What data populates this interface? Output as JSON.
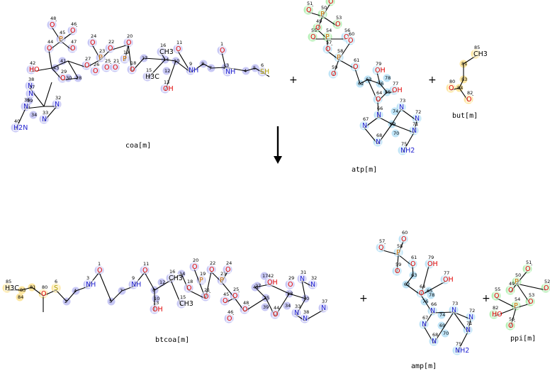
{
  "colors": {
    "coa": "#c8c8f5",
    "but": "#fde6a0",
    "atp_phosphate": "#b6f0b6",
    "atp_adenosine": "#bfe4f7",
    "C": "#000000",
    "N": "#2020d0",
    "O": "#e00000",
    "P": "#d07000",
    "S": "#b0a000"
  },
  "reactants": [
    {
      "id": "coa",
      "label": "coa[m]"
    },
    {
      "id": "atp",
      "label": "atp[m]"
    },
    {
      "id": "but",
      "label": "but[m]"
    }
  ],
  "products": [
    {
      "id": "btcoa",
      "label": "btcoa[m]"
    },
    {
      "id": "amp",
      "label": "amp[m]"
    },
    {
      "id": "ppi",
      "label": "ppi[m]"
    }
  ],
  "operators": {
    "plus": "+",
    "arrow": "reaction-arrow"
  },
  "atoms": {
    "coa": [
      {
        "t": "O",
        "n": "48",
        "c": "-"
      },
      {
        "t": "P",
        "n": "45"
      },
      {
        "t": "O",
        "n": "46",
        "c": "-"
      },
      {
        "t": "O",
        "n": "44"
      },
      {
        "t": "O",
        "n": "47"
      },
      {
        "t": "HO",
        "n": "42"
      },
      {
        "t": "O",
        "n": "29"
      },
      {
        "t": "O",
        "n": "27"
      },
      {
        "t": "O",
        "n": "24"
      },
      {
        "t": "P",
        "n": "23"
      },
      {
        "t": "O",
        "n": "22"
      },
      {
        "t": "O",
        "n": "20"
      },
      {
        "t": "P",
        "n": "19"
      },
      {
        "t": "O",
        "n": "26"
      },
      {
        "t": "O",
        "n": "25",
        "c": "-"
      },
      {
        "t": "O",
        "n": "21",
        "c": "-"
      },
      {
        "t": "O",
        "n": "18"
      },
      {
        "t": "CH3",
        "n": "16"
      },
      {
        "t": "H3C",
        "n": "15"
      },
      {
        "t": "OH",
        "n": "13"
      },
      {
        "t": "O",
        "n": "11"
      },
      {
        "t": "NH",
        "n": "9"
      },
      {
        "t": "O",
        "n": "1"
      },
      {
        "t": "NH",
        "n": "3"
      },
      {
        "t": "SH",
        "n": "6"
      },
      {
        "t": "N",
        "n": "38"
      },
      {
        "t": "N",
        "n": "37"
      },
      {
        "t": "N",
        "n": "36"
      },
      {
        "t": "N",
        "n": "32"
      },
      {
        "t": "N",
        "n": "33"
      },
      {
        "t": "H2N",
        "n": "40"
      }
    ],
    "atp": [
      {
        "t": "O",
        "n": "52",
        "c": "-"
      },
      {
        "t": "O",
        "n": "51",
        "c": "-"
      },
      {
        "t": "P",
        "n": "50"
      },
      {
        "t": "O",
        "n": "53"
      },
      {
        "t": "O",
        "n": "49"
      },
      {
        "t": "O",
        "n": "55"
      },
      {
        "t": "P",
        "n": "54"
      },
      {
        "t": "O",
        "n": "56"
      },
      {
        "t": "O",
        "n": "57",
        "c": "-"
      },
      {
        "t": "P",
        "n": "58"
      },
      {
        "t": "O",
        "n": "61"
      },
      {
        "t": "O",
        "n": "60"
      },
      {
        "t": "O",
        "n": "59"
      },
      {
        "t": "OH",
        "n": "79"
      },
      {
        "t": "OH",
        "n": "77"
      },
      {
        "t": "O",
        "n": "64"
      },
      {
        "t": "N",
        "n": "66"
      },
      {
        "t": "N",
        "n": "67"
      },
      {
        "t": "N",
        "n": "68"
      },
      {
        "t": "N",
        "n": "73"
      },
      {
        "t": "N",
        "n": "72"
      },
      {
        "t": "N",
        "n": "71"
      },
      {
        "t": "NH2",
        "n": "75"
      }
    ],
    "but": [
      {
        "t": "CH3",
        "n": "85"
      },
      {
        "t": "O",
        "n": "80"
      },
      {
        "t": "O",
        "n": "82",
        "c": "-"
      }
    ],
    "btcoa": [
      {
        "t": "H3C",
        "n": "85"
      },
      {
        "t": "S",
        "n": "6"
      },
      {
        "t": "O",
        "n": "80"
      },
      {
        "t": "NH",
        "n": "3"
      },
      {
        "t": "O",
        "n": "1"
      },
      {
        "t": "NH",
        "n": "9"
      },
      {
        "t": "O",
        "n": "11"
      },
      {
        "t": "CH3",
        "n": "16"
      },
      {
        "t": "CH3",
        "n": "15"
      },
      {
        "t": "OH",
        "n": "13"
      },
      {
        "t": "O",
        "n": "18"
      },
      {
        "t": "P",
        "n": "19"
      },
      {
        "t": "O",
        "n": "20"
      },
      {
        "t": "O",
        "n": "21",
        "c": "-"
      },
      {
        "t": "O",
        "n": "22"
      },
      {
        "t": "P",
        "n": "23"
      },
      {
        "t": "O",
        "n": "24"
      },
      {
        "t": "O",
        "n": "25",
        "c": "-"
      },
      {
        "t": "O",
        "n": "45"
      },
      {
        "t": "O",
        "n": "46",
        "c": "-"
      },
      {
        "t": "O",
        "n": "48",
        "c": "-"
      },
      {
        "t": "O",
        "n": "44"
      },
      {
        "t": "OH",
        "n": "42"
      },
      {
        "t": "O",
        "n": "29"
      },
      {
        "t": "N",
        "n": "31"
      },
      {
        "t": "N",
        "n": "32"
      },
      {
        "t": "N",
        "n": "33"
      },
      {
        "t": "N",
        "n": "38"
      },
      {
        "t": "N",
        "n": "37"
      },
      {
        "t": "N",
        "n": "36"
      }
    ],
    "amp": [
      {
        "t": "O",
        "n": "60"
      },
      {
        "t": "O",
        "n": "57",
        "c": "-"
      },
      {
        "t": "P",
        "n": "58"
      },
      {
        "t": "O",
        "n": "61"
      },
      {
        "t": "O",
        "n": "59"
      },
      {
        "t": "OH",
        "n": "79"
      },
      {
        "t": "OH",
        "n": "77"
      },
      {
        "t": "O",
        "n": "64"
      },
      {
        "t": "N",
        "n": "66"
      },
      {
        "t": "N",
        "n": "67"
      },
      {
        "t": "N",
        "n": "68"
      },
      {
        "t": "N",
        "n": "73"
      },
      {
        "t": "N",
        "n": "72"
      },
      {
        "t": "N",
        "n": "71"
      },
      {
        "t": "NH2",
        "n": "75"
      }
    ],
    "ppi": [
      {
        "t": "O",
        "n": "51",
        "c": "-"
      },
      {
        "t": "P",
        "n": "50"
      },
      {
        "t": "O",
        "n": "52",
        "c": "-"
      },
      {
        "t": "O",
        "n": "49"
      },
      {
        "t": "O",
        "n": "53"
      },
      {
        "t": "P",
        "n": "54"
      },
      {
        "t": "HO",
        "n": "82"
      },
      {
        "t": "O",
        "n": "56",
        "c": "-"
      },
      {
        "t": "O",
        "n": "55"
      }
    ]
  },
  "carbons": {
    "coa": [
      "2",
      "4",
      "5",
      "7",
      "8",
      "10",
      "12",
      "14",
      "17",
      "28",
      "30",
      "34",
      "35",
      "39",
      "41",
      "43"
    ],
    "atp": [
      "62",
      "63",
      "65",
      "69",
      "70",
      "74",
      "76",
      "78"
    ],
    "but": [
      "81",
      "83",
      "84"
    ],
    "btcoa": [
      "81",
      "83",
      "84",
      "2",
      "4",
      "5",
      "7",
      "8",
      "10",
      "12",
      "14",
      "17",
      "27",
      "28",
      "30",
      "34",
      "35",
      "39",
      "41",
      "43"
    ],
    "amp": [
      "62",
      "63",
      "65",
      "69",
      "70",
      "74",
      "76",
      "78"
    ]
  }
}
